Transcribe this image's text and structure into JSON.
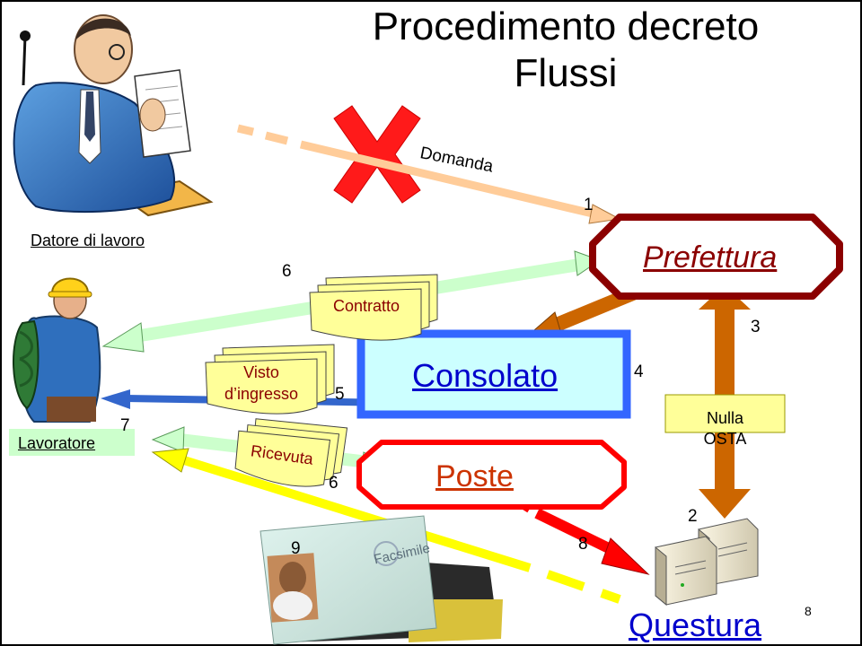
{
  "title": {
    "line1": "Procedimento decreto",
    "line2": "Flussi"
  },
  "nodes": {
    "datore": "Datore di lavoro",
    "prefettura": "Prefettura",
    "consolato": "Consolato",
    "lavoratore": "Lavoratore",
    "poste": "Poste",
    "questura": "Questura"
  },
  "documents": {
    "domanda": "Domanda",
    "contratto": "Contratto",
    "visto_line1": "Visto",
    "visto_line2": "d’ingresso",
    "ricevuta": "Ricevuta",
    "nulla_line1": "Nulla",
    "nulla_line2": "OSTA"
  },
  "steps": [
    "1",
    "2",
    "3",
    "4",
    "5",
    "6",
    "6",
    "7",
    "8",
    "9"
  ],
  "page_number": "8",
  "idcard_text": "Facsimile",
  "colors": {
    "prefettura": "#8b0000",
    "consolato_fill": "#ccffff",
    "consolato_border": "#3366ff",
    "poste_border": "#ff0000",
    "link_blue": "#0000cc",
    "link_red": "#cc3300",
    "note_yellow": "#ffff99",
    "arrow_orange": "#cc6600",
    "arrow_green": "#ccffcc",
    "arrow_blue": "#3366cc",
    "arrow_red": "#ff0000",
    "arrow_yellow": "#ffff00",
    "arrow_peach": "#ffcc99"
  },
  "icons": [
    "businessman-reading-icon",
    "construction-worker-icon",
    "server-computers-icon",
    "id-card-icon",
    "red-x-icon"
  ]
}
